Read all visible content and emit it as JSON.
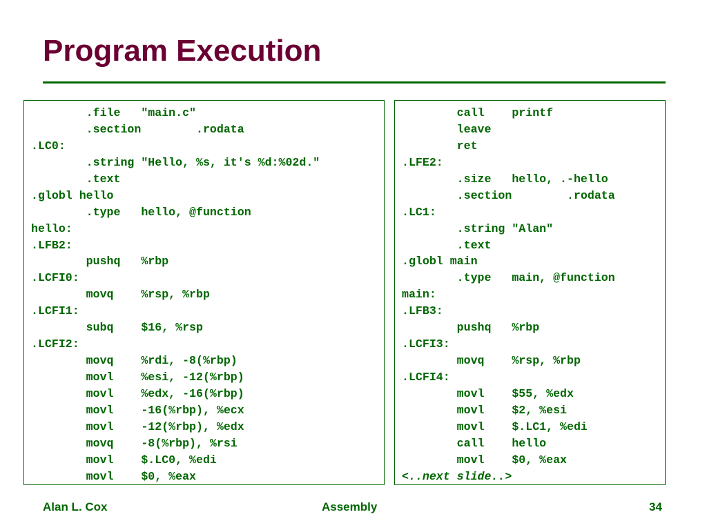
{
  "slide": {
    "title": "Program Execution",
    "left_code": [
      "        .file   \"main.c\"",
      "        .section        .rodata",
      ".LC0:",
      "        .string \"Hello, %s, it's %d:%02d.\"",
      "        .text",
      ".globl hello",
      "        .type   hello, @function",
      "hello:",
      ".LFB2:",
      "        pushq   %rbp",
      ".LCFI0:",
      "        movq    %rsp, %rbp",
      ".LCFI1:",
      "        subq    $16, %rsp",
      ".LCFI2:",
      "        movq    %rdi, -8(%rbp)",
      "        movl    %esi, -12(%rbp)",
      "        movl    %edx, -16(%rbp)",
      "        movl    -16(%rbp), %ecx",
      "        movl    -12(%rbp), %edx",
      "        movq    -8(%rbp), %rsi",
      "        movl    $.LC0, %edi",
      "        movl    $0, %eax"
    ],
    "right_code": [
      "        call    printf",
      "        leave",
      "        ret",
      ".LFE2:",
      "        .size   hello, .-hello",
      "        .section        .rodata",
      ".LC1:",
      "        .string \"Alan\"",
      "        .text",
      ".globl main",
      "        .type   main, @function",
      "main:",
      ".LFB3:",
      "        pushq   %rbp",
      ".LCFI3:",
      "        movq    %rsp, %rbp",
      ".LCFI4:",
      "        movl    $55, %edx",
      "        movl    $2, %esi",
      "        movl    $.LC1, %edi",
      "        call    hello",
      "        movl    $0, %eax"
    ],
    "right_note": "<..next slide..>"
  },
  "footer": {
    "author": "Alan L. Cox",
    "topic": "Assembly",
    "page": "34"
  },
  "colors": {
    "title": "#6b0033",
    "text": "#006600",
    "border": "#006600",
    "background": "#ffffff"
  }
}
